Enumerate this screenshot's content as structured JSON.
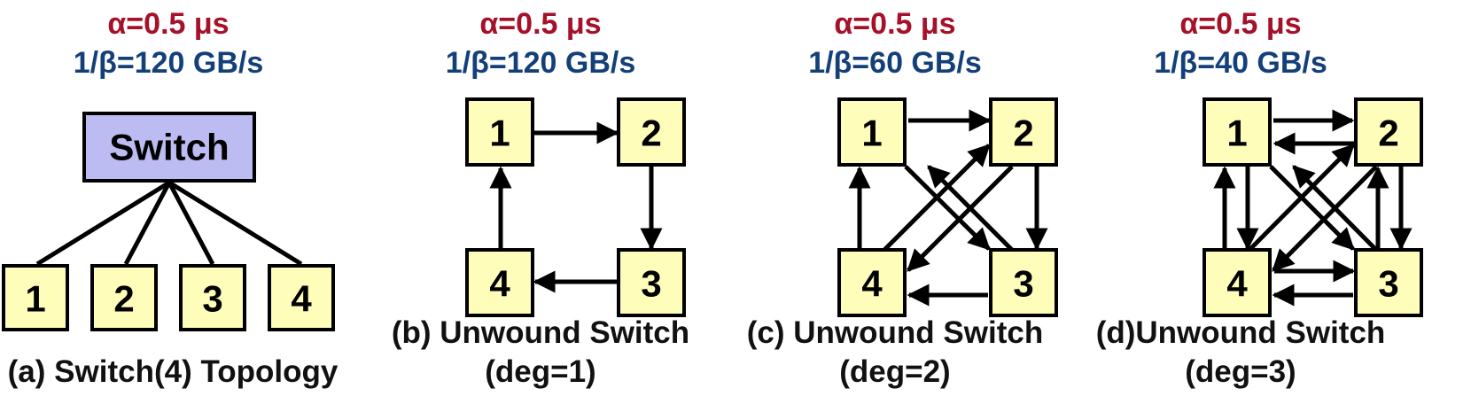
{
  "panels": [
    {
      "id": "a",
      "alpha": "α=0.5 μs",
      "beta": "1/β=120 GB/s",
      "caption_line1": "(a) Switch(4) Topology",
      "caption_line2": "",
      "switch_label": "Switch",
      "nodes": [
        "1",
        "2",
        "3",
        "4"
      ]
    },
    {
      "id": "b",
      "alpha": "α=0.5 μs",
      "beta": "1/β=120 GB/s",
      "caption_line1": "(b) Unwound Switch",
      "caption_line2": "(deg=1)",
      "nodes": [
        "1",
        "2",
        "3",
        "4"
      ]
    },
    {
      "id": "c",
      "alpha": "α=0.5 μs",
      "beta": "1/β=60 GB/s",
      "caption_line1": "(c) Unwound Switch",
      "caption_line2": "(deg=2)",
      "nodes": [
        "1",
        "2",
        "3",
        "4"
      ]
    },
    {
      "id": "d",
      "alpha": "α=0.5 μs",
      "beta": "1/β=40 GB/s",
      "caption_line1": "(d)Unwound Switch",
      "caption_line2": "(deg=3)",
      "nodes": [
        "1",
        "2",
        "3",
        "4"
      ]
    }
  ],
  "colors": {
    "alpha_text": "#A5112A",
    "beta_text": "#14407A",
    "node_fill": "#FFFDBA",
    "switch_fill": "#BCBCF2"
  }
}
